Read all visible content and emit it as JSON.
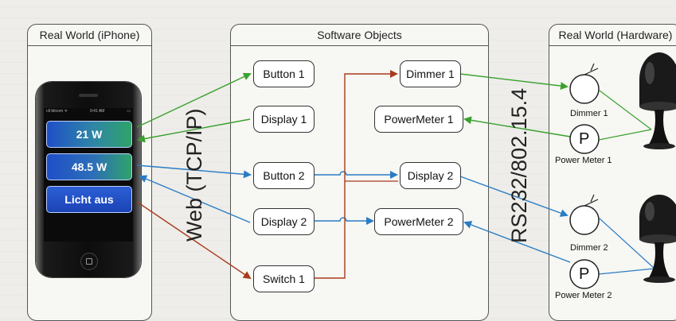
{
  "panels": {
    "iphone": "Real World (iPhone)",
    "software": "Software Objects",
    "hardware": "Real World (Hardware)"
  },
  "phone": {
    "status_left": "ııll bitcom ᯤ",
    "status_center": "9:41 AM",
    "buttons": [
      "21 W",
      "48.5 W",
      "Licht aus"
    ]
  },
  "software": {
    "button1": "Button 1",
    "display1": "Display 1",
    "button2": "Button 2",
    "display2_left": "Display 2",
    "switch1": "Switch 1",
    "dimmer1": "Dimmer 1",
    "powermeter1": "PowerMeter 1",
    "display2_right": "Display 2",
    "powermeter2": "PowerMeter 2"
  },
  "hardware": {
    "dimmer1": "Dimmer 1",
    "powermeter1_symbol": "P",
    "powermeter1": "Power Meter 1",
    "dimmer2": "Dimmer 2",
    "powermeter2_symbol": "P",
    "powermeter2": "Power Meter 2"
  },
  "protocols": {
    "web": "Web (TCP/IP)",
    "serial": "RS232/802.15.4"
  },
  "colors": {
    "green": "#3aa12f",
    "blue": "#2a7cc4",
    "red": "#a83b1c",
    "phone_green": "#2fa36a",
    "phone_blue": "#1f4fc8"
  }
}
